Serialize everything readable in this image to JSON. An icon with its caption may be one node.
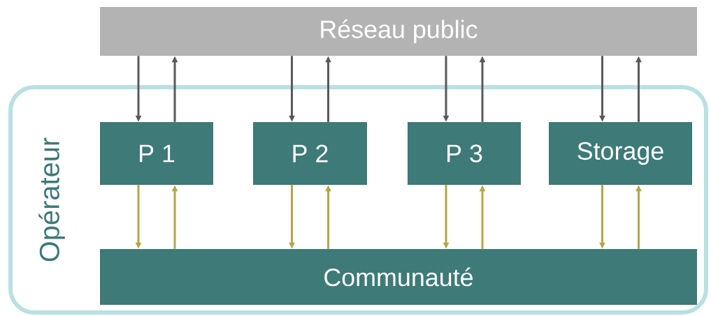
{
  "diagram": {
    "nodes": [
      {
        "text": [
          "Réseau public"
        ]
      },
      {
        "text": [
          "Opérateur"
        ]
      },
      {
        "text": [
          "P 1"
        ],
        "in": 1
      },
      {
        "text": [
          "P 2"
        ],
        "in": 1
      },
      {
        "text": [
          "P 3"
        ],
        "in": 1
      },
      {
        "text": [
          "Storage"
        ],
        "in": 1
      },
      {
        "text": [
          "Communauté"
        ],
        "in": 1
      }
    ],
    "edges": [
      {
        "from": 0,
        "to": 2,
        "arrow": "to"
      },
      {
        "from": 2,
        "to": 0,
        "arrow": "to"
      },
      {
        "from": 0,
        "to": 3,
        "arrow": "to"
      },
      {
        "from": 3,
        "to": 0,
        "arrow": "to"
      },
      {
        "from": 0,
        "to": 4,
        "arrow": "to"
      },
      {
        "from": 4,
        "to": 0,
        "arrow": "to"
      },
      {
        "from": 0,
        "to": 5,
        "arrow": "to"
      },
      {
        "from": 5,
        "to": 0,
        "arrow": "to"
      },
      {
        "from": 2,
        "to": 6,
        "arrow": "to",
        "color": "#b5a642"
      },
      {
        "from": 6,
        "to": 2,
        "arrow": "to",
        "color": "#b5a642"
      },
      {
        "from": 3,
        "to": 6,
        "arrow": "to",
        "color": "#b5a642"
      },
      {
        "from": 6,
        "to": 3,
        "arrow": "to",
        "color": "#b5a642"
      },
      {
        "from": 4,
        "to": 6,
        "arrow": "to",
        "color": "#b5a642"
      },
      {
        "from": 6,
        "to": 4,
        "arrow": "to",
        "color": "#b5a642"
      },
      {
        "from": 5,
        "to": 6,
        "arrow": "to",
        "color": "#b5a642"
      },
      {
        "from": 6,
        "to": 5,
        "arrow": "to",
        "color": "#b5a642"
      }
    ]
  }
}
